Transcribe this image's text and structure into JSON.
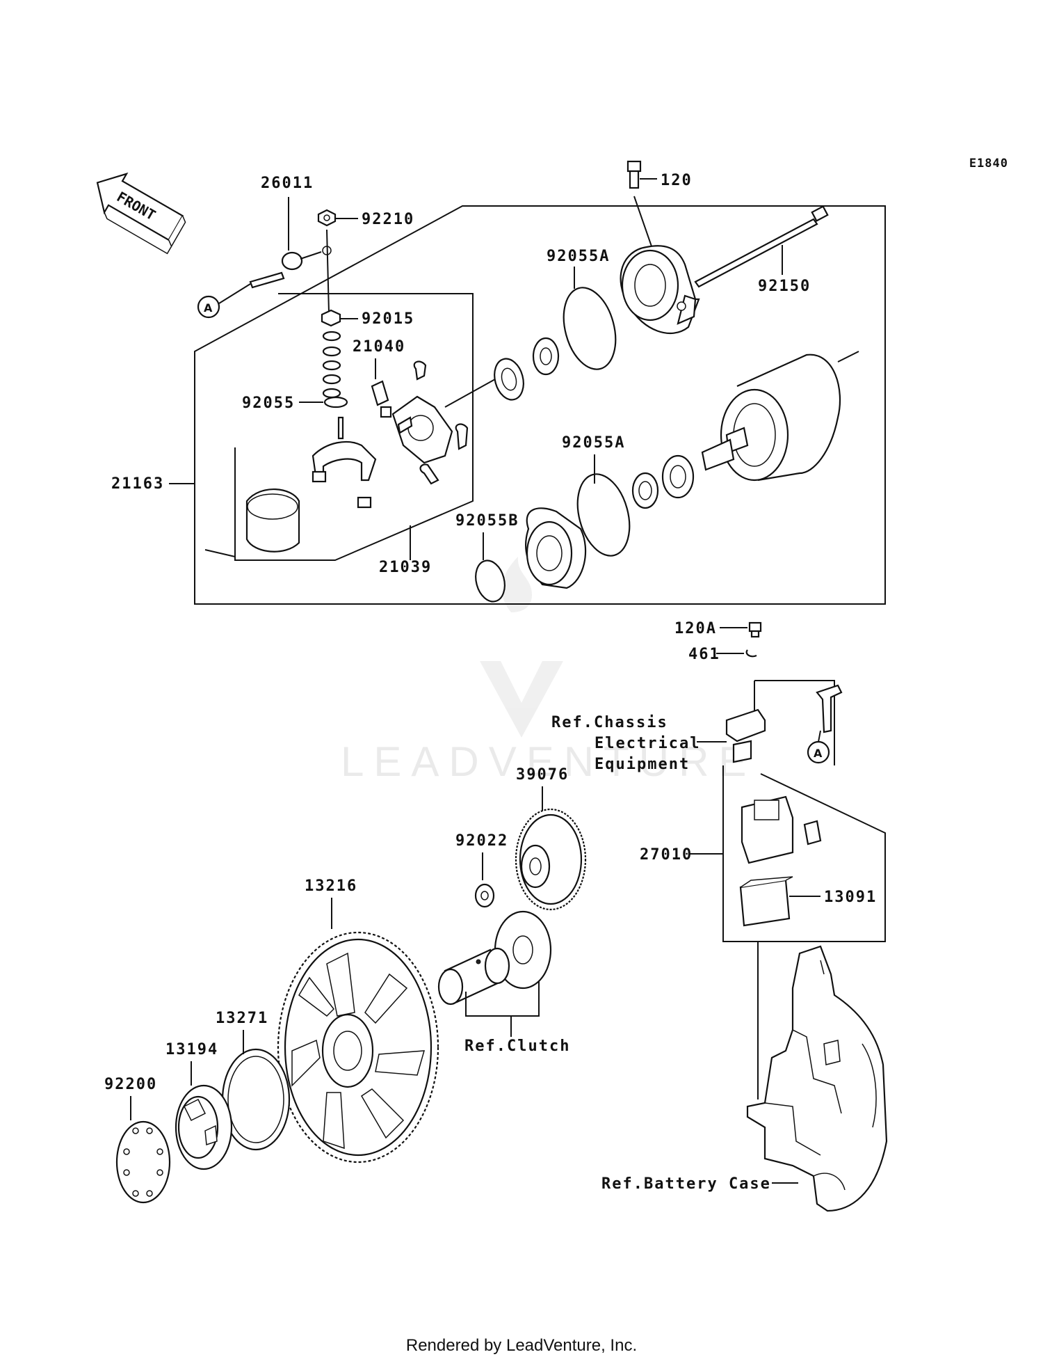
{
  "diagram_code": "E1840",
  "front_label": "FRONT",
  "ref_a": "A",
  "callouts": {
    "p120": "120",
    "p120a": "120A",
    "p461": "461",
    "p26011": "26011",
    "p92210": "92210",
    "p92055a_top": "92055A",
    "p92150": "92150",
    "p92015": "92015",
    "p21040": "21040",
    "p92055": "92055",
    "p21163": "21163",
    "p92055a_mid": "92055A",
    "p92055b": "92055B",
    "p21039": "21039",
    "p39076": "39076",
    "p92022": "92022",
    "p13216": "13216",
    "p13271": "13271",
    "p13194": "13194",
    "p92200": "92200",
    "p27010": "27010",
    "p13091": "13091"
  },
  "refs": {
    "chassis_l1": "Ref.Chassis",
    "chassis_l2": "Electrical",
    "chassis_l3": "Equipment",
    "clutch": "Ref.Clutch",
    "battery": "Ref.Battery Case"
  },
  "watermark": "LEADVENTURE",
  "footer": "Rendered by LeadVenture, Inc."
}
